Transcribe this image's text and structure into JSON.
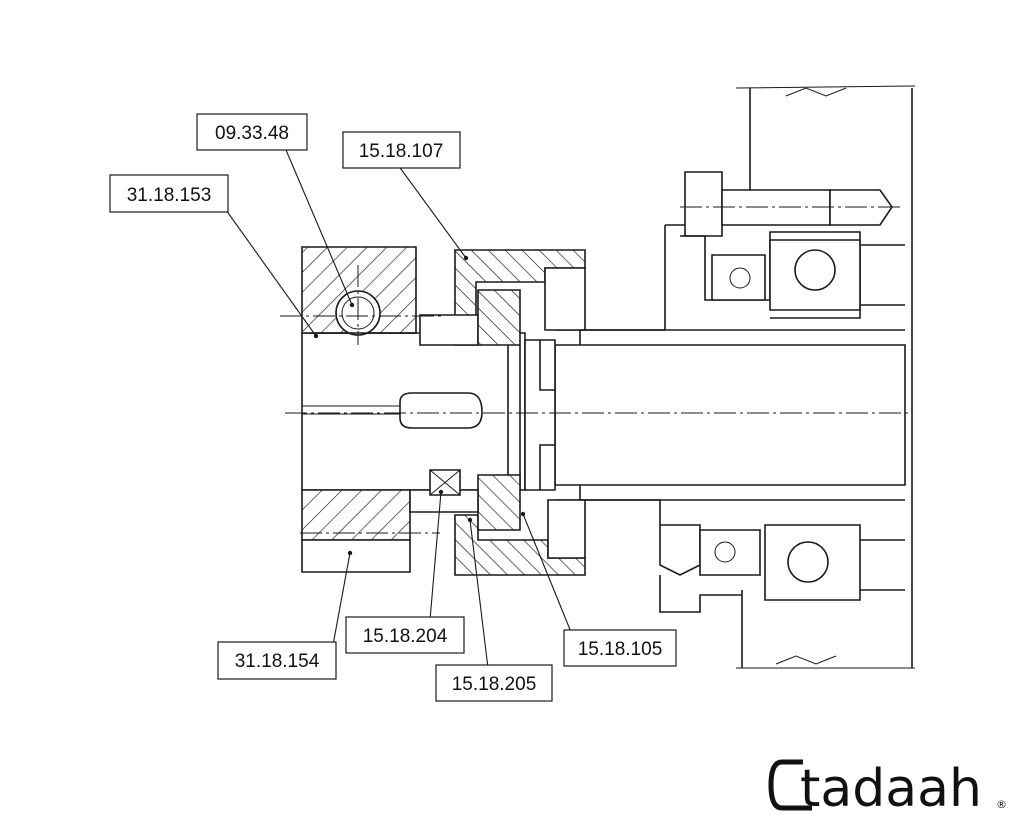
{
  "labels": {
    "l_09_33_48": "09.33.48",
    "l_15_18_107": "15.18.107",
    "l_31_18_153": "31.18.153",
    "l_31_18_154": "31.18.154",
    "l_15_18_204": "15.18.204",
    "l_15_18_205": "15.18.205",
    "l_15_18_105": "15.18.105"
  },
  "logo": {
    "text": "tadaah",
    "registered": "®"
  }
}
